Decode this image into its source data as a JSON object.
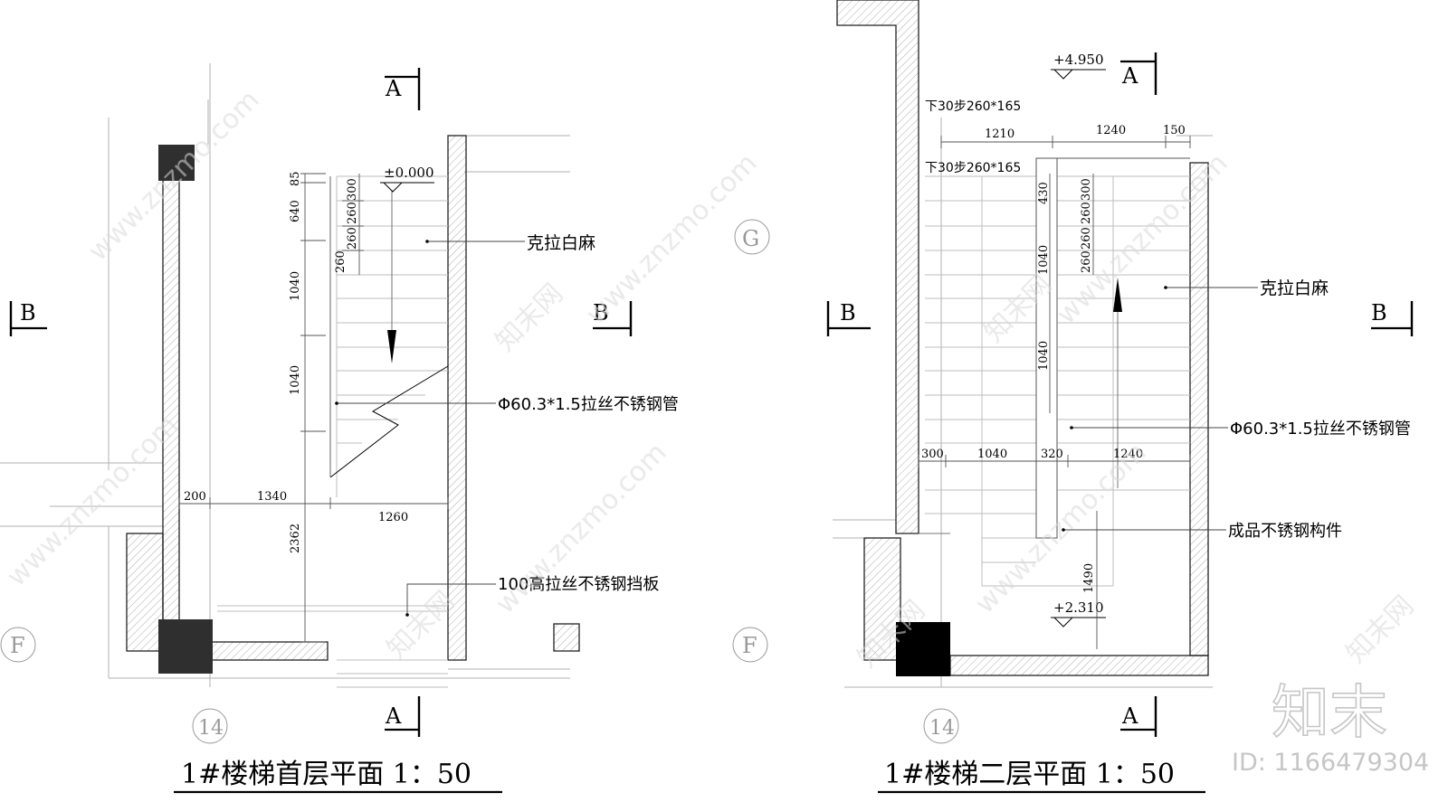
{
  "left_plan": {
    "title": "1#楼梯首层平面 1：50",
    "section_top": "A",
    "section_bottom": "A",
    "section_left": "B",
    "section_right": "B",
    "grid_f": "F",
    "grid_14": "14",
    "level": "±0.000",
    "dims_vertical": [
      "85",
      "640",
      "1040",
      "1040",
      "2362"
    ],
    "dims_treads": [
      "300",
      "260",
      "260",
      "260"
    ],
    "dims_horizontal": [
      "200",
      "1340",
      "1260"
    ],
    "note_stone": "克拉白麻",
    "note_pipe": "Φ60.3*1.5拉丝不锈钢管",
    "note_plate": "100高拉丝不锈钢挡板"
  },
  "right_plan": {
    "title": "1#楼梯二层平面 1：50",
    "section_top": "A",
    "section_bottom": "A",
    "section_left": "B",
    "section_right": "B",
    "grid_g": "G",
    "grid_f": "F",
    "grid_14": "14",
    "level_top": "+4.950",
    "level_mid": "+2.310",
    "step_note_1": "下30步260*165",
    "step_note_2": "下30步260*165",
    "dims_top": [
      "1210",
      "1240",
      "150"
    ],
    "dims_vertical": [
      "430",
      "1040",
      "1040",
      "1490"
    ],
    "dims_treads": [
      "300",
      "260",
      "260",
      "260"
    ],
    "dims_middle": [
      "300",
      "1040",
      "320",
      "1240"
    ],
    "note_stone": "克拉白麻",
    "note_pipe": "Φ60.3*1.5拉丝不锈钢管",
    "note_member": "成品不锈钢构件"
  },
  "watermark": {
    "logo": "知末",
    "id": "ID: 1166479304",
    "site": "www.znzmo.com",
    "brand": "知末网"
  }
}
